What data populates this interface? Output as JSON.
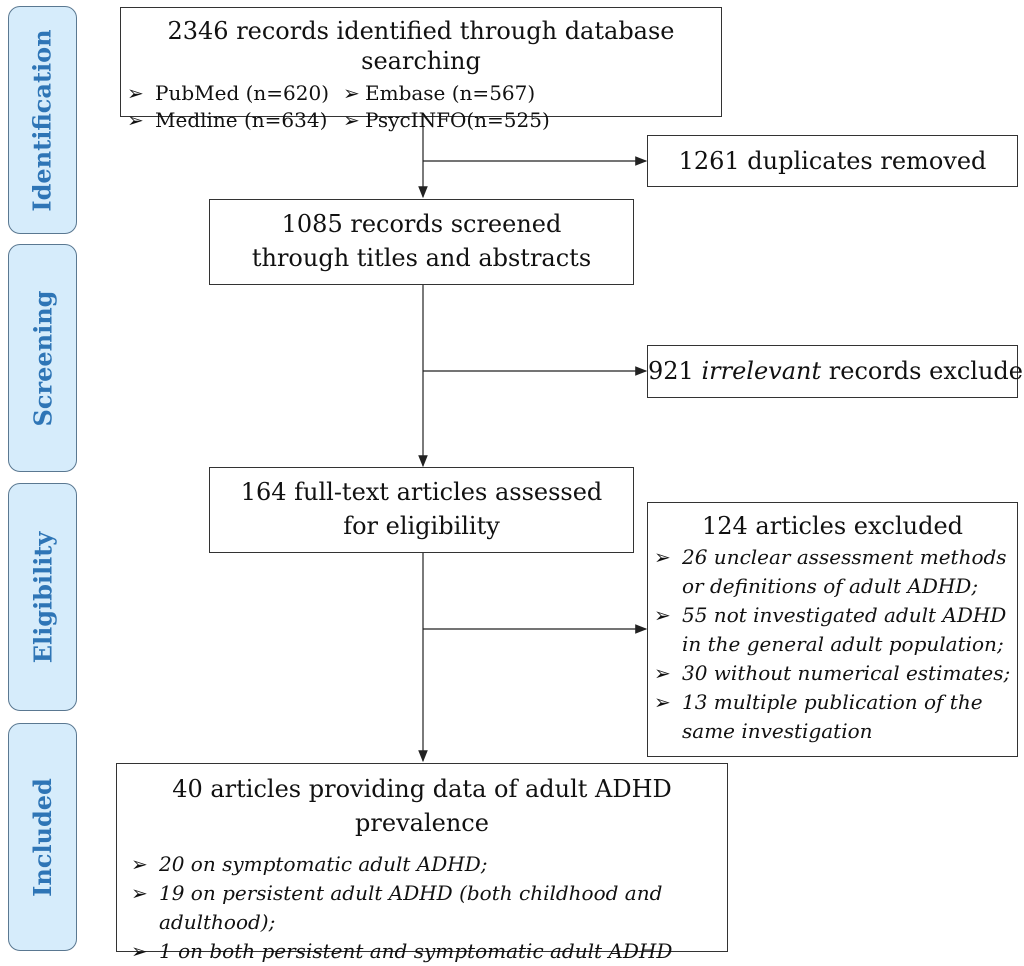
{
  "stages": [
    "Identification",
    "Screening",
    "Eligibility",
    "Included"
  ],
  "records_identified": {
    "title": "2346 records identified through database searching",
    "sources_left": [
      "PubMed (n=620)",
      "Medline (n=634)"
    ],
    "sources_right": [
      "Embase (n=567)",
      "PsycINFO(n=525)"
    ]
  },
  "duplicates_removed": "1261 duplicates removed",
  "records_screened": "1085 records screened through titles and abstracts",
  "irrelevant_excluded": {
    "count": "921",
    "emphasis": "irrelevant",
    "rest": "records excluded"
  },
  "fulltext_assessed": "164 full-text articles assessed for eligibility",
  "articles_excluded": {
    "title": "124 articles excluded",
    "reasons": [
      "26 unclear assessment methods or definitions of adult ADHD;",
      "55 not investigated adult ADHD in the general adult population;",
      "30 without numerical estimates;",
      "13 multiple publication of the same investigation"
    ]
  },
  "included": {
    "title": "40 articles providing data of adult ADHD prevalence",
    "items": [
      "20 on symptomatic adult ADHD;",
      "19 on persistent adult ADHD (both childhood and adulthood);",
      "1 on both persistent and symptomatic adult ADHD"
    ]
  },
  "bullet_glyph": "➢"
}
